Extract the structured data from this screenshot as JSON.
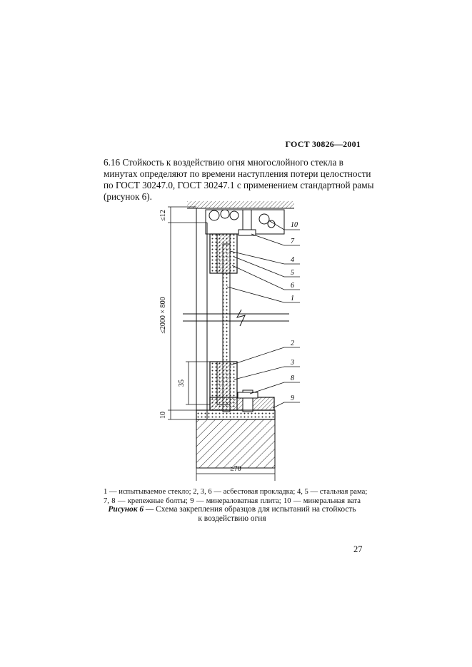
{
  "header": {
    "standard": "ГОСТ 30826—2001"
  },
  "section": {
    "lines": [
      "6.16 Стойкость к  воздействию огня многослойного стекла в",
      "минутах определяют по времени наступления потери целостности",
      "по ГОСТ 30247.0, ГОСТ 30247.1 с применением стандартной рамы",
      "(рисунок 6)."
    ]
  },
  "figure": {
    "dimensions": {
      "top_gap": "≤12",
      "height": "≤2000 × 800",
      "lip": "35",
      "bottom": "10",
      "width": "≥70"
    },
    "callouts": [
      "10",
      "7",
      "4",
      "5",
      "6",
      "1",
      "2",
      "3",
      "8",
      "9"
    ]
  },
  "legend": {
    "line1": "1 — испытываемое стекло; 2, 3, 6 — асбестовая прокладка; 4, 5 — стальная рама;",
    "line2": "7, 8 — крепежные болты; 9 — минераловатная плита; 10 — минеральная вата"
  },
  "caption": {
    "label": "Рисунок 6",
    "line1": " — Схема закрепления образцов для испытаний на стойкость",
    "line2": "к воздействию огня"
  },
  "page_number": "27"
}
